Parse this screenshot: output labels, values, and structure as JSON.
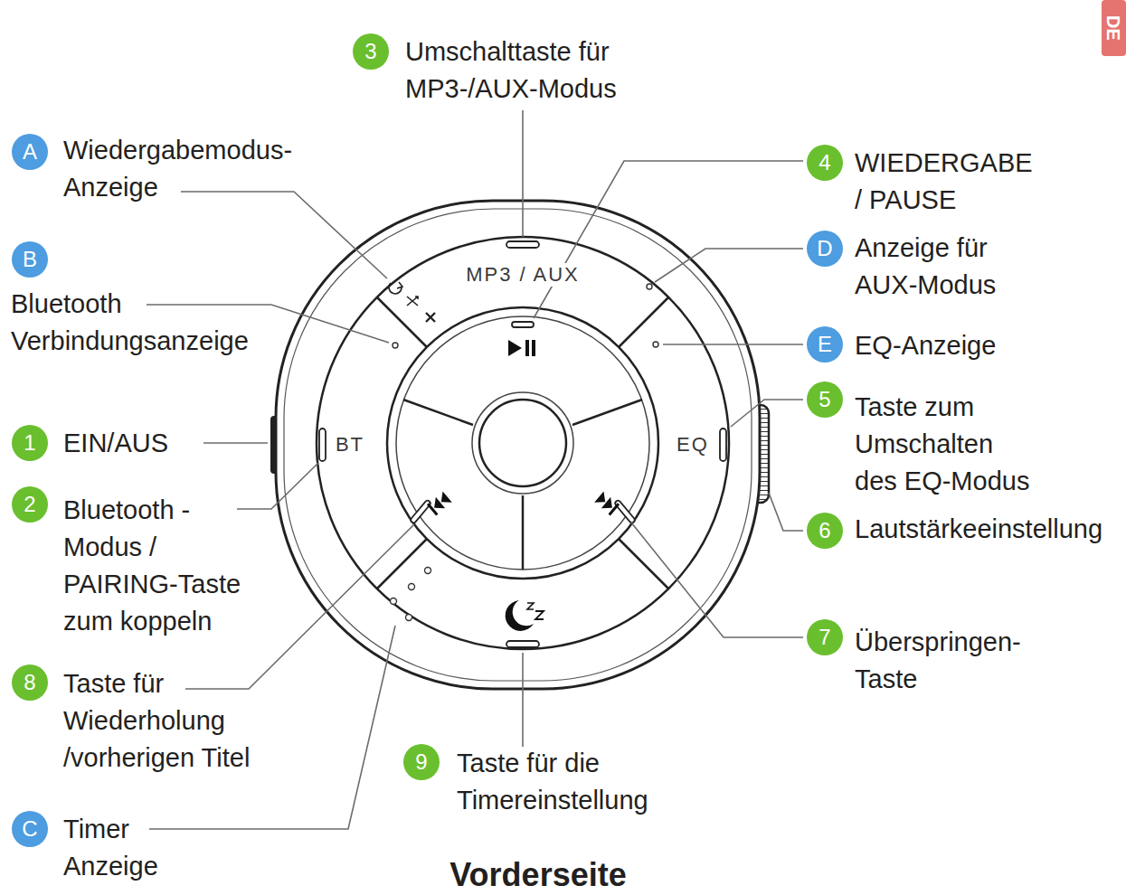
{
  "diagram": {
    "caption": "Vorderseite",
    "nodes": [
      {
        "text": [
          "3",
          "Umschalttaste für MP3-/AUX-Modus"
        ]
      },
      {
        "text": [
          "A",
          "Wiedergabemodus- Anzeige"
        ]
      },
      {
        "text": [
          "4",
          "WIEDERGABE / PAUSE"
        ]
      },
      {
        "text": [
          "D",
          "Anzeige für AUX-Modus"
        ]
      },
      {
        "text": [
          "B",
          "Bluetooth Verbindungsanzeige"
        ]
      },
      {
        "text": [
          "E",
          "EQ-Anzeige"
        ]
      },
      {
        "text": [
          "5",
          "Taste zum Umschalten des EQ-Modus"
        ]
      },
      {
        "text": [
          "1",
          "EIN/AUS"
        ]
      },
      {
        "text": [
          "2",
          "Bluetooth -Modus / PAIRING-Taste zum koppeln"
        ]
      },
      {
        "text": [
          "6",
          "Lautstärkeeinstellung"
        ]
      },
      {
        "text": [
          "7",
          "Überspringen- Taste"
        ]
      },
      {
        "text": [
          "8",
          "Taste für Wiederholung /vorherigen Titel"
        ]
      },
      {
        "text": [
          "9",
          "Taste für die Timereinstellung"
        ]
      },
      {
        "text": [
          "C",
          "Timer Anzeige"
        ]
      }
    ],
    "labels": [
      "MP3 / AUX",
      "BT",
      "EQ",
      "DE"
    ]
  }
}
